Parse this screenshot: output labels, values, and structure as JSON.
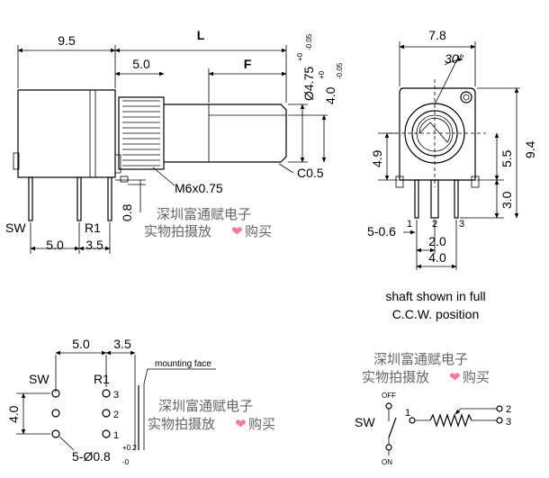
{
  "side_view": {
    "dim_body": "9.5",
    "dim_L": "L",
    "dim_thread": "5.0",
    "dim_F": "F",
    "dim_dia_shaft": "Ø4.75",
    "dim_dia_shaft_tol_upper": "+0",
    "dim_dia_shaft_tol_lower": "-0.05",
    "dim_dia_flat": "4.0",
    "dim_dia_flat_tol_upper": "+0",
    "dim_dia_flat_tol_lower": "-0.05",
    "chamfer": "C0.5",
    "thread": "M6x0.75",
    "pin_offset": "0.8",
    "pin_sw": "SW",
    "pin_r1": "R1",
    "dim_pin1": "5.0",
    "dim_pin2": "3.5"
  },
  "front_view": {
    "dim_width": "7.8",
    "angle": "30°",
    "dim_height": "9.4",
    "dim_center_left": "4.9",
    "dim_center_right": "5.5",
    "dim_pin_len": "3.0",
    "pin_label_1": "1",
    "pin_label_2": "2",
    "pin_label_3": "3",
    "pin_dim_label": "5-0.6",
    "dim_pitch": "2.0",
    "dim_span": "4.0",
    "shaft_note_line1": "shaft shown in full",
    "shaft_note_line2": "C.C.W. position"
  },
  "mounting": {
    "dim_x1": "5.0",
    "dim_x2": "3.5",
    "label_sw": "SW",
    "label_r1": "R1",
    "pin_1": "1",
    "pin_2": "2",
    "pin_3": "3",
    "dim_y": "4.0",
    "hole_label": "5-Ø0.8",
    "hole_tol_upper": "+0.2",
    "hole_tol_lower": "-0",
    "mounting_face": "mounting face"
  },
  "schematic": {
    "off": "OFF",
    "on": "ON",
    "sw": "SW",
    "t1": "1",
    "t2": "2",
    "t3": "3"
  },
  "watermarks": [
    {
      "line1": "深圳富通赋电子",
      "line2a": "实物拍摄放",
      "line2b": "购买",
      "heart": "❤"
    },
    {
      "line1": "深圳富通赋电子",
      "line2a": "实物拍摄放",
      "line2b": "购买",
      "heart": "❤"
    },
    {
      "line1": "深圳富通赋电子",
      "line2a": "实物拍摄放",
      "line2b": "购买",
      "heart": "❤"
    }
  ]
}
